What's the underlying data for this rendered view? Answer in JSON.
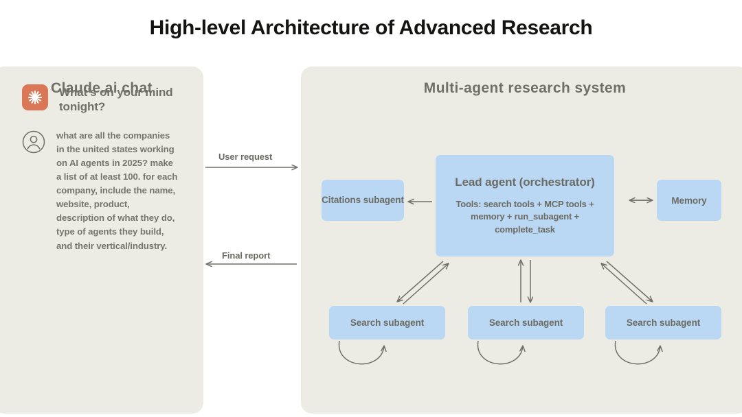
{
  "title": "High-level Architecture of Advanced Research",
  "colors": {
    "page_background": "#ffffff",
    "panel_background": "#edece4",
    "box_blue": "#bad8f4",
    "claude_orange": "#d97757",
    "text_gray": "#6b6b63",
    "title_black": "#141413",
    "arrow_gray": "#6f6f67"
  },
  "chat_panel": {
    "title": "Claude.ai chat",
    "logo_icon": "claude-starburst-icon",
    "greeting": "What’s on your mind tonight?",
    "user_avatar_icon": "user-circle-icon",
    "user_message": "what are all the companies in the united states working on AI agents in 2025? make a list of at least 100. for each company, include the name, website, product, description of what they do, type of agents they build, and their vertical/industry."
  },
  "system_panel": {
    "title": "Multi-agent research system",
    "lead_agent": {
      "title": "Lead agent (orchestrator)",
      "tools": "Tools: search tools + MCP tools + memory + run_subagent + complete_task"
    },
    "citations_subagent": "Citations subagent",
    "memory": "Memory",
    "search_subagents": [
      "Search subagent",
      "Search subagent",
      "Search subagent"
    ]
  },
  "connectors": {
    "user_request": "User request",
    "final_report": "Final report"
  }
}
